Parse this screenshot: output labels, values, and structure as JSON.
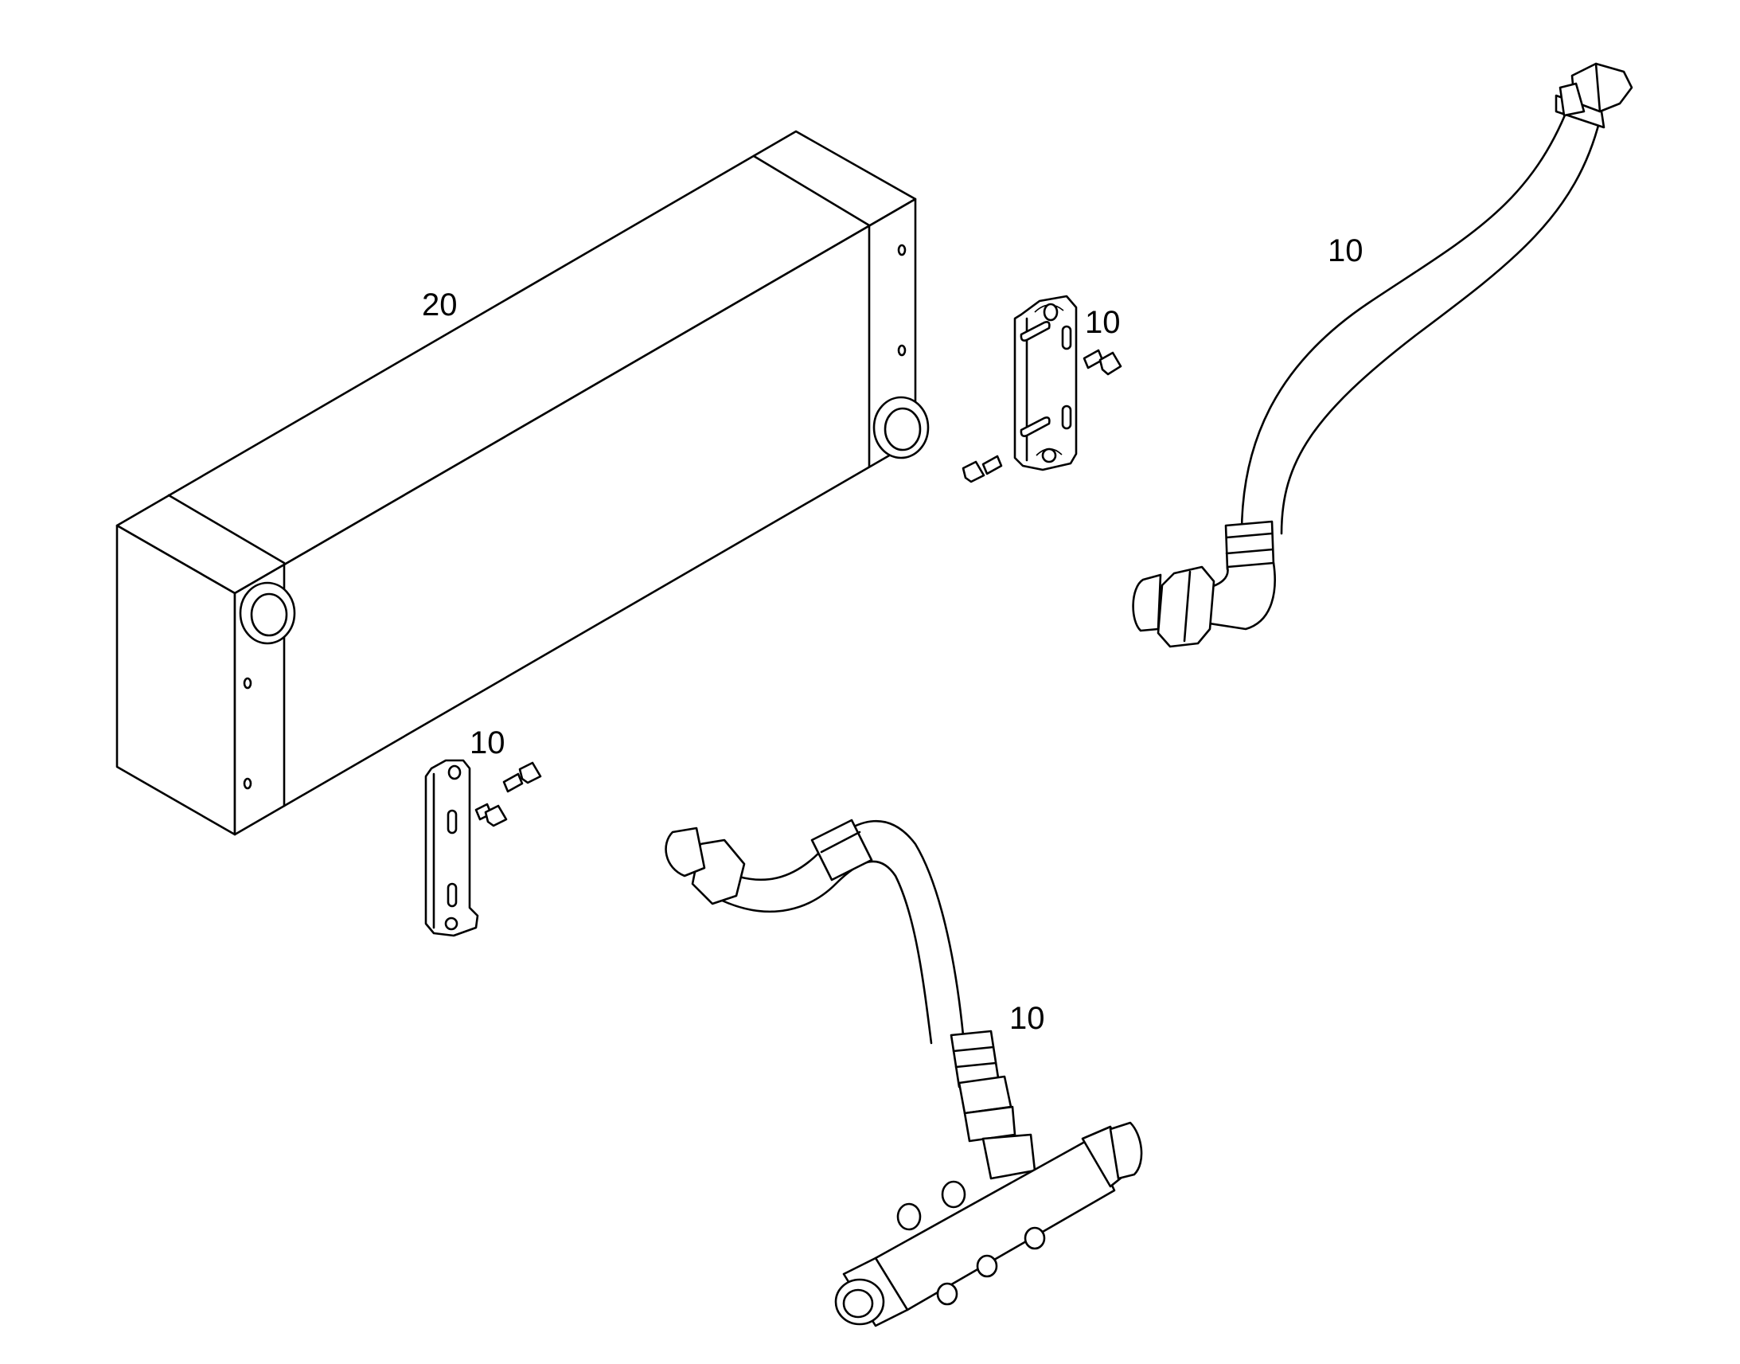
{
  "diagram": {
    "labels": {
      "cooler": "20",
      "bracket_upper": "10",
      "hose_upper_right": "10",
      "bracket_lower": "10",
      "pipe_manifold": "10"
    }
  }
}
